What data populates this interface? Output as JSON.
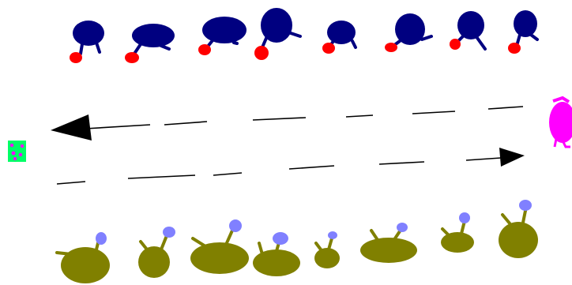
{
  "colors": {
    "background": "#ffffff",
    "top_figures": "#000080",
    "top_feet": "#ff0000",
    "bottom_figures": "#808000",
    "bottom_tips": "#8080ff",
    "left_box": "#00ff66",
    "left_box_dots": "#ff00ff",
    "right_figure": "#ff00ff",
    "arrows": "#000000"
  },
  "counts": {
    "top_row_figures": 8,
    "bottom_row_figures": 8
  },
  "arrows": {
    "upper_direction": "left",
    "lower_direction": "right",
    "style": "dashed"
  },
  "icons": {
    "top_figure": "navy-creature-with-red-foot-icon",
    "bottom_figure": "olive-blob-with-periwinkle-antenna-icon",
    "left_box": "green-square-with-pink-dots-icon",
    "right_figure": "magenta-creature-icon"
  }
}
